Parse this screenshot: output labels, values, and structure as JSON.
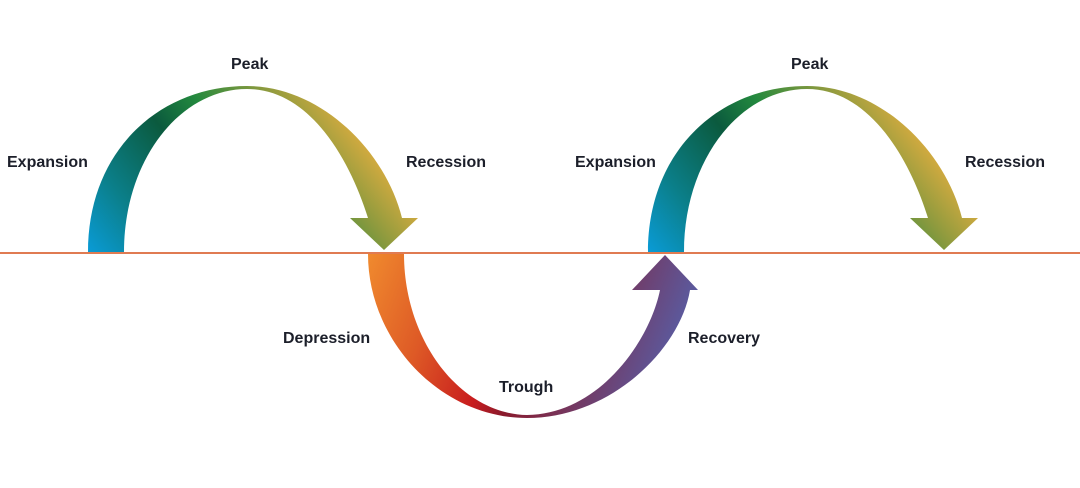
{
  "labels": {
    "expansion_1": "Expansion",
    "peak_1": "Peak",
    "recession_1": "Recession",
    "depression": "Depression",
    "trough": "Trough",
    "recovery": "Recovery",
    "expansion_2": "Expansion",
    "peak_2": "Peak",
    "recession_2": "Recession"
  },
  "colors": {
    "baseline": "#e07b52",
    "expansion_start": "#0a9bd6",
    "peak": "#0b5a3e",
    "recession_end": "#ecb040",
    "depression_start": "#f08a2e",
    "trough": "#c81c1e",
    "recovery_end": "#5b5a9e"
  }
}
